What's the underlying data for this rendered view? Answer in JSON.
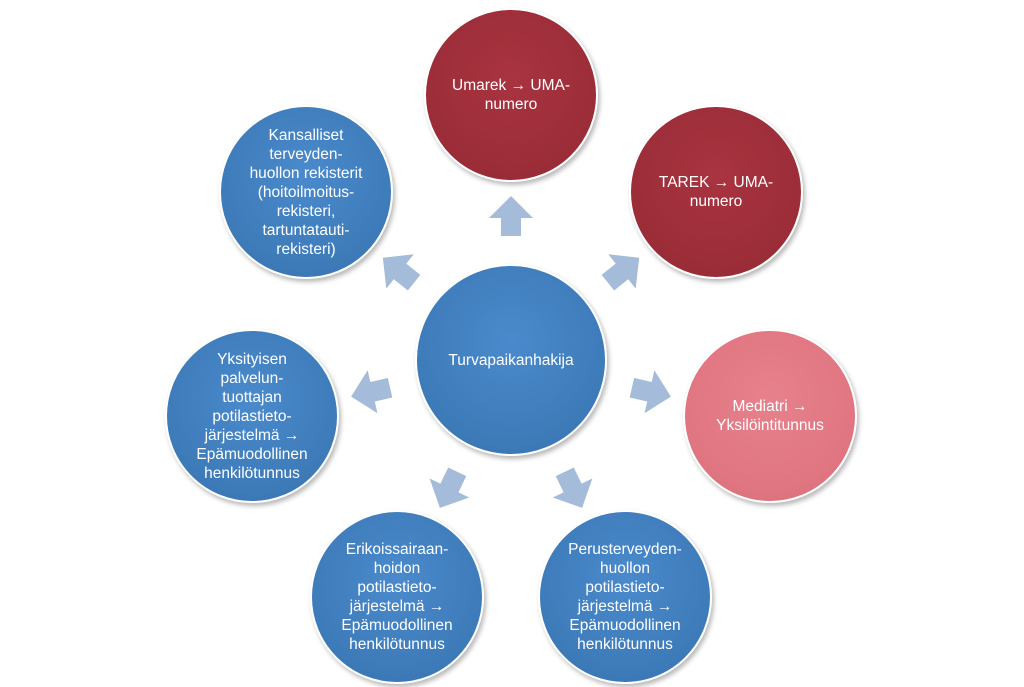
{
  "center": {
    "label": "Turvapaikanhakija"
  },
  "nodes": [
    {
      "id": "umarek",
      "label": "Umarek → UMA-\nnumero",
      "color": "#9b2d38"
    },
    {
      "id": "tarek",
      "label": "TAREK → UMA-\nnumero",
      "color": "#9b2d38"
    },
    {
      "id": "mediatri",
      "label": "Mediatri →\nYksilöintitunnus",
      "color": "#df7580"
    },
    {
      "id": "perusterveydenhuolto",
      "label": "Perusterveyden-\nhuollon\npotilastieto-\njärjestelmä →\nEpämuodollinen\nhenkilötunnus",
      "color": "#3d7ab8"
    },
    {
      "id": "erikoissairaanhoito",
      "label": "Erikoissairaan-\nhoidon\npotilastieto-\njärjestelmä →\nEpämuodollinen\nhenkilötunnus",
      "color": "#3d7ab8"
    },
    {
      "id": "yksityinen",
      "label": "Yksityisen\npalvelun-\ntuottajan\npotilastieto-\njärjestelmä →\nEpämuodollinen\nhenkilötunnus",
      "color": "#3d7ab8"
    },
    {
      "id": "kansalliset",
      "label": "Kansalliset\nterveyden-\nhuollon rekisterit\n(hoitoilmoitus-\nrekisteri,\ntartuntatauti-\nrekisteri)",
      "color": "#3d7ab8"
    }
  ],
  "colors": {
    "arrow": "#a4bcd9",
    "blue": "#3d7ab8",
    "red": "#9b2d38",
    "pink": "#df7580"
  }
}
